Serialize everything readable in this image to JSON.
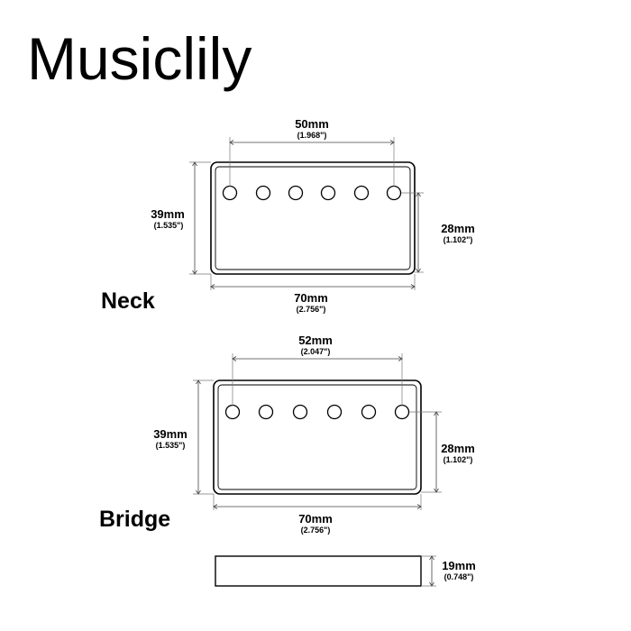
{
  "brand": "Musiclily",
  "neck": {
    "label": "Neck",
    "pole_spacing": {
      "mm": "50mm",
      "inch": "(1.968\")"
    },
    "length": {
      "mm": "70mm",
      "inch": "(2.756\")"
    },
    "width": {
      "mm": "39mm",
      "inch": "(1.535\")"
    },
    "mount_spacing": {
      "mm": "28mm",
      "inch": "(1.102\")"
    },
    "pole_count": 6
  },
  "bridge": {
    "label": "Bridge",
    "pole_spacing": {
      "mm": "52mm",
      "inch": "(2.047\")"
    },
    "length": {
      "mm": "70mm",
      "inch": "(2.756\")"
    },
    "width": {
      "mm": "39mm",
      "inch": "(1.535\")"
    },
    "mount_spacing": {
      "mm": "28mm",
      "inch": "(1.102\")"
    },
    "pole_count": 6
  },
  "side_view": {
    "height": {
      "mm": "19mm",
      "inch": "(0.748\")"
    }
  }
}
